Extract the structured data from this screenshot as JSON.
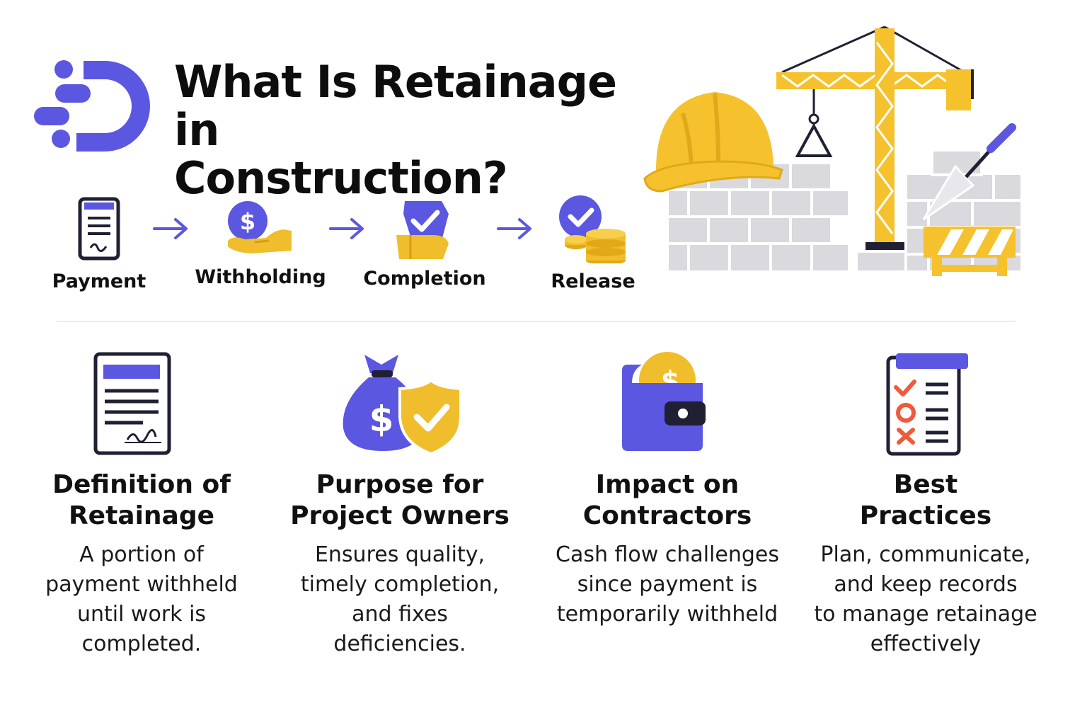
{
  "colors": {
    "accent": "#5b57e0",
    "gold": "#f0bd2c",
    "dark": "#1f2033",
    "gray": "#d9d9de",
    "red": "#ef5a3c"
  },
  "header": {
    "title_line1": "What Is Retainage in",
    "title_line2": "Construction?"
  },
  "process": [
    {
      "label": "Payment",
      "icon": "invoice-icon"
    },
    {
      "label": "Withholding",
      "icon": "hand-coin-icon"
    },
    {
      "label": "Completion",
      "icon": "shield-check-hand-icon"
    },
    {
      "label": "Release",
      "icon": "coins-check-icon"
    }
  ],
  "cards": [
    {
      "title": [
        "Definition of",
        "Retainage"
      ],
      "text": [
        "A portion of",
        "payment withheld",
        "until work is",
        "completed."
      ],
      "icon": "contract-document-icon"
    },
    {
      "title": [
        "Purpose for",
        "Project Owners"
      ],
      "text": [
        "Ensures quality,",
        "timely completion,",
        "and fixes",
        "deficiencies."
      ],
      "icon": "money-bag-shield-icon"
    },
    {
      "title": [
        "Impact on",
        "Contractors"
      ],
      "text": [
        "Cash flow challenges",
        "since payment is",
        "temporarily withheld"
      ],
      "icon": "wallet-coin-icon"
    },
    {
      "title": [
        "Best",
        "Practices"
      ],
      "text": [
        "Plan, communicate,",
        "and keep records",
        "to manage retainage",
        "effectively"
      ],
      "icon": "checklist-icon"
    }
  ]
}
